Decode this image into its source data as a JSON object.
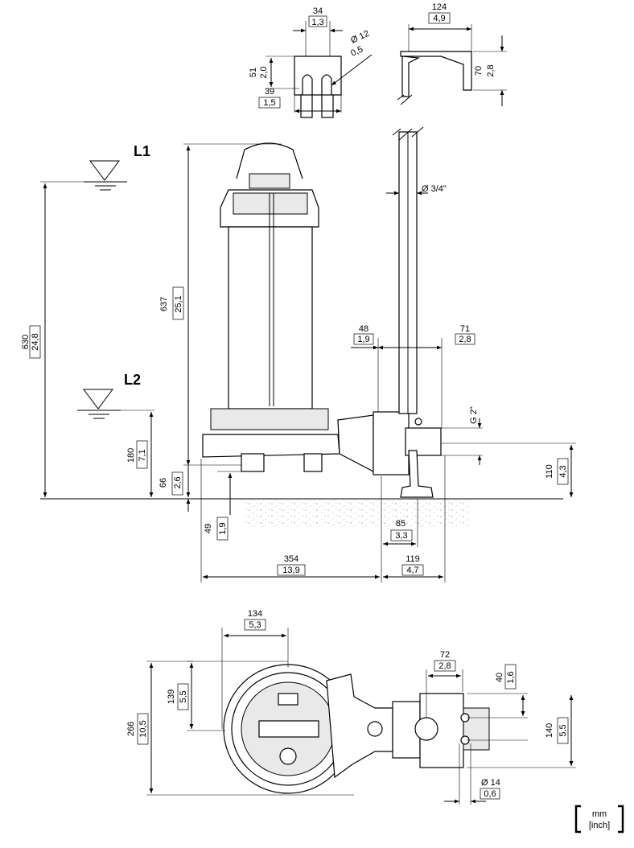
{
  "labels": {
    "L1": "L1",
    "L2": "L2",
    "pipe_diameter": "Ø 3/4\"",
    "thread": "G 2\"",
    "hole_dia_top": "Ø 12",
    "hole_dia_top_inch": "0,5",
    "hole_dia_bottom": "Ø 14",
    "hole_dia_bottom_inch": "0,6"
  },
  "dims": {
    "top_34": {
      "mm": "34",
      "inch": "1,3"
    },
    "top_51": {
      "mm": "51",
      "inch": "2,0"
    },
    "top_39": {
      "mm": "39",
      "inch": "1,5"
    },
    "top_124": {
      "mm": "124",
      "inch": "4,9"
    },
    "top_70": {
      "mm": "70",
      "inch": "2,8"
    },
    "h_630": {
      "mm": "630",
      "inch": "24,8"
    },
    "h_637": {
      "mm": "637",
      "inch": "25,1"
    },
    "h_180": {
      "mm": "180",
      "inch": "7,1"
    },
    "h_66": {
      "mm": "66",
      "inch": "2,6"
    },
    "h_49": {
      "mm": "49",
      "inch": "1,9"
    },
    "w_48": {
      "mm": "48",
      "inch": "1,9"
    },
    "w_71": {
      "mm": "71",
      "inch": "2,8"
    },
    "h_110": {
      "mm": "110",
      "inch": "4,3"
    },
    "w_85": {
      "mm": "85",
      "inch": "3,3"
    },
    "w_354": {
      "mm": "354",
      "inch": "13,9"
    },
    "w_119": {
      "mm": "119",
      "inch": "4,7"
    },
    "w_134": {
      "mm": "134",
      "inch": "5,3"
    },
    "h_139": {
      "mm": "139",
      "inch": "5,5"
    },
    "h_266": {
      "mm": "266",
      "inch": "10,5"
    },
    "w_72": {
      "mm": "72",
      "inch": "2,8"
    },
    "h_40": {
      "mm": "40",
      "inch": "1,6"
    },
    "h_140": {
      "mm": "140",
      "inch": "5,5"
    }
  },
  "units": {
    "mm": "mm",
    "inch": "[inch]"
  }
}
